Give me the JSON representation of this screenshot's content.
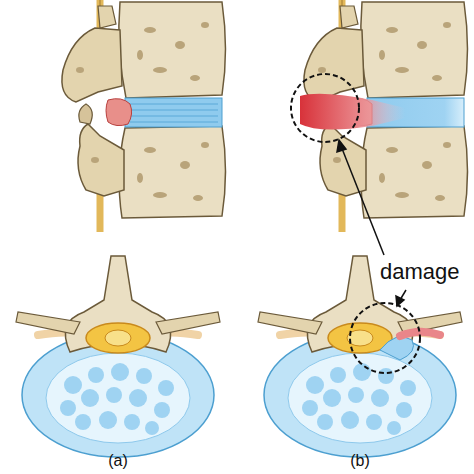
{
  "diagram": {
    "labels": [
      "damage",
      "(a)",
      "(b)"
    ]
  }
}
